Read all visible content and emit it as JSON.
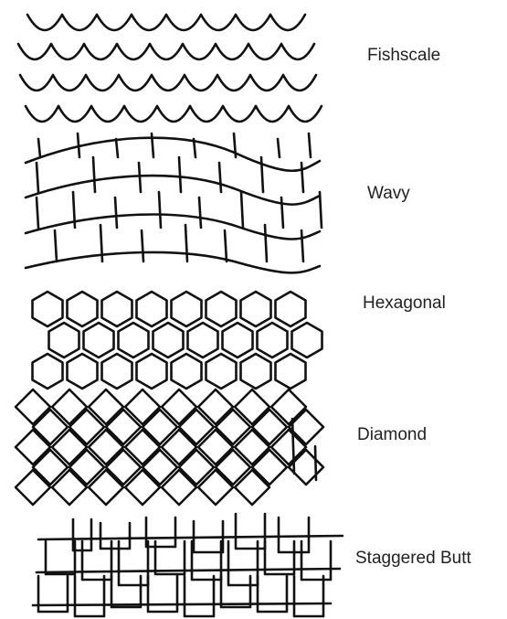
{
  "patterns": [
    {
      "key": "fishscale",
      "label": "Fishscale"
    },
    {
      "key": "wavy",
      "label": "Wavy"
    },
    {
      "key": "hexagonal",
      "label": "Hexagonal"
    },
    {
      "key": "diamond",
      "label": "Diamond"
    },
    {
      "key": "staggered_butt",
      "label": "Staggered Butt"
    }
  ]
}
